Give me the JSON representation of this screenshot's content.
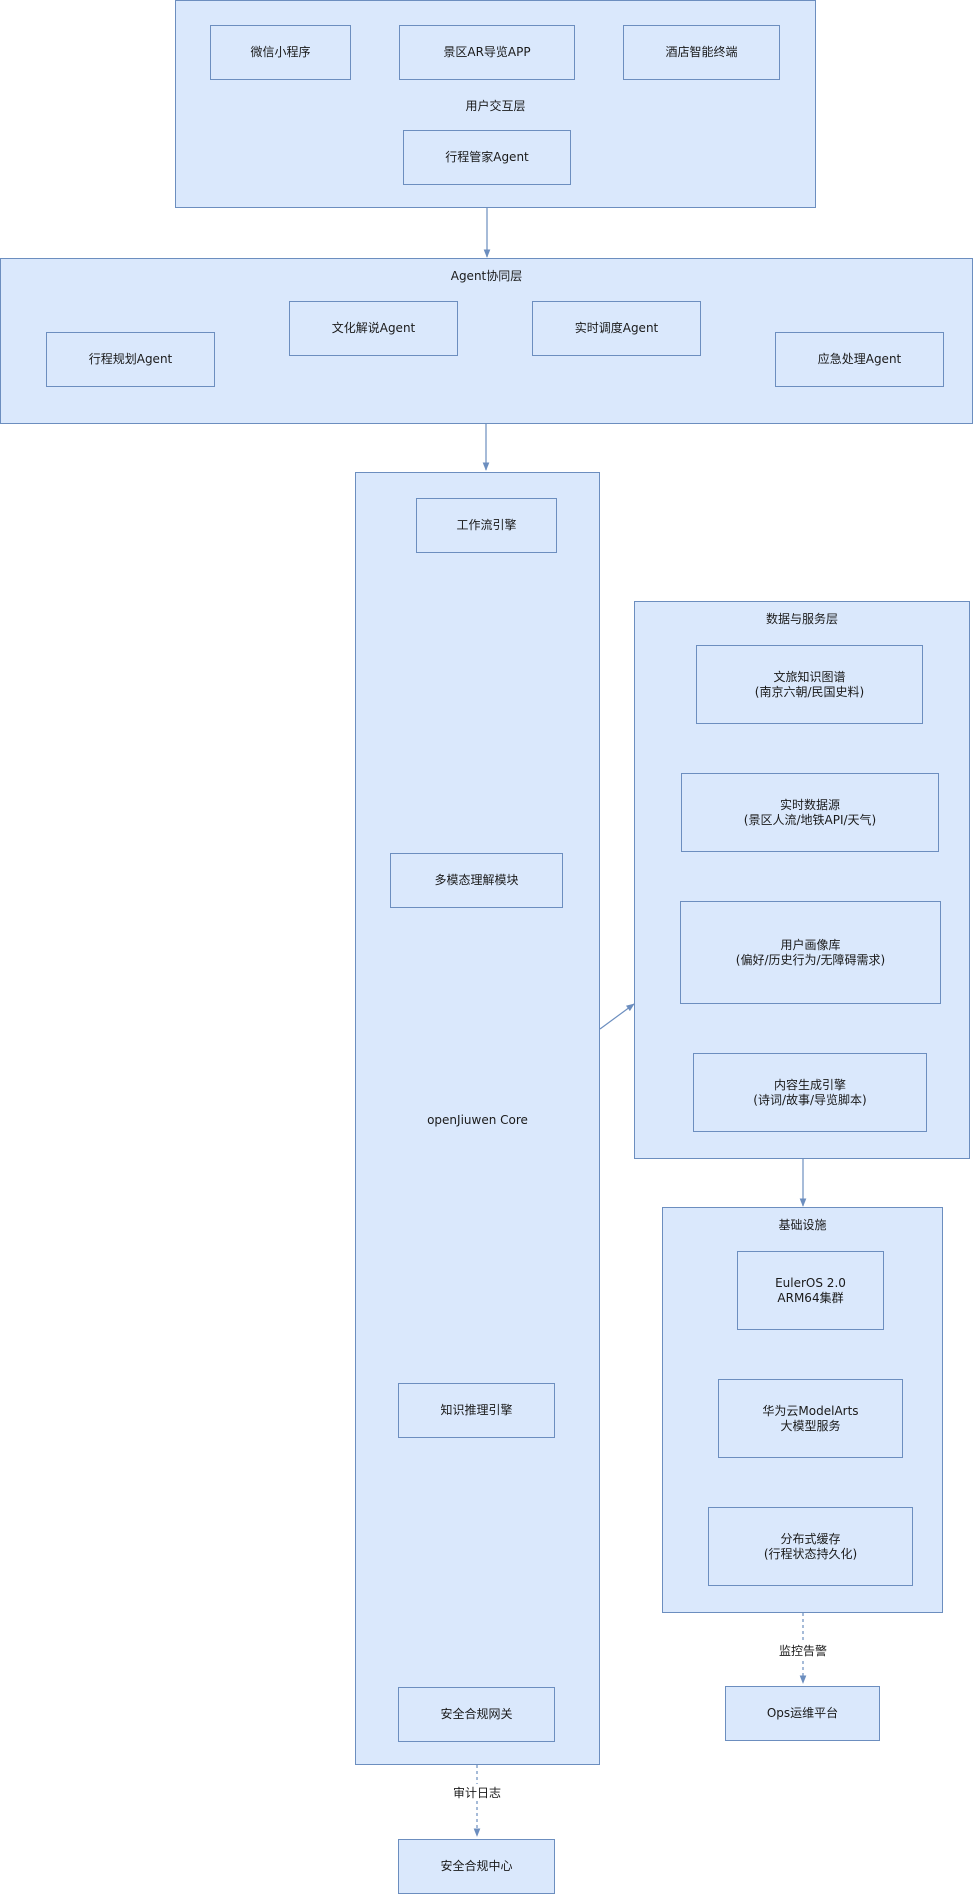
{
  "groups": {
    "user_layer": {
      "label": "用户交互层"
    },
    "agent_layer": {
      "label": "Agent协同层"
    },
    "core": {
      "label": "openJiuwen Core"
    },
    "data_layer": {
      "label": "数据与服务层"
    },
    "infra": {
      "label": "基础设施"
    }
  },
  "nodes": {
    "wechat": {
      "label": "微信小程序"
    },
    "ar_app": {
      "label": "景区AR导览APP"
    },
    "hotel": {
      "label": "酒店智能终端"
    },
    "itinerary_manager": {
      "label": "行程管家Agent"
    },
    "planning": {
      "label": "行程规划Agent"
    },
    "culture": {
      "label": "文化解说Agent"
    },
    "dispatch": {
      "label": "实时调度Agent"
    },
    "emergency": {
      "label": "应急处理Agent"
    },
    "workflow": {
      "label": "工作流引擎"
    },
    "multimodal": {
      "label": "多模态理解模块"
    },
    "reasoning": {
      "label": "知识推理引擎"
    },
    "gateway": {
      "label": "安全合规网关"
    },
    "kg": {
      "line1": "文旅知识图谱",
      "line2": "(南京六朝/民国史料)"
    },
    "realtime": {
      "line1": "实时数据源",
      "line2": "(景区人流/地铁API/天气)"
    },
    "profile": {
      "line1": "用户画像库",
      "line2": "(偏好/历史行为/无障碍需求)"
    },
    "content": {
      "line1": "内容生成引擎",
      "line2": "(诗词/故事/导览脚本)"
    },
    "euler": {
      "line1": "EulerOS 2.0",
      "line2": "ARM64集群"
    },
    "modelarts": {
      "line1": "华为云ModelArts",
      "line2": "大模型服务"
    },
    "cache": {
      "line1": "分布式缓存",
      "line2": "(行程状态持久化)"
    },
    "ops": {
      "label": "Ops运维平台"
    },
    "compliance_center": {
      "label": "安全合规中心"
    }
  },
  "edges": {
    "audit_log": "审计日志",
    "monitor_alert": "监控告警"
  },
  "colors": {
    "fill": "#dae8fc",
    "stroke": "#6c8ebf"
  }
}
